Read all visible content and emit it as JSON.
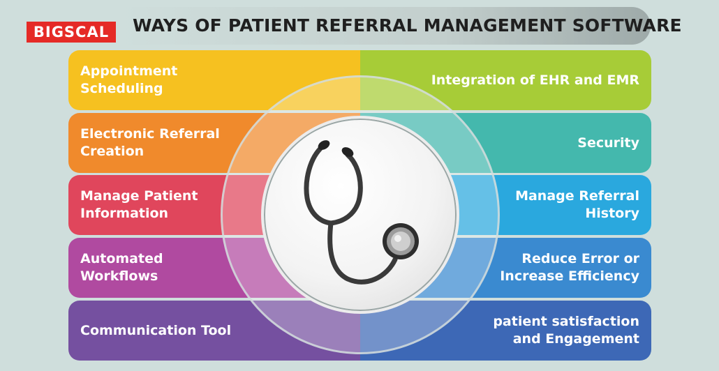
{
  "brand": {
    "logo_text": "BIGSCAL"
  },
  "header": {
    "title": "WAYS OF PATIENT REFERRAL MANAGEMENT SOFTWARE"
  },
  "left_items": [
    {
      "label": "Appointment Scheduling",
      "color": "#f6c120"
    },
    {
      "label": "Electronic Referral\nCreation",
      "color": "#f08a2c"
    },
    {
      "label": "Manage Patient\nInformation",
      "color": "#e0465c"
    },
    {
      "label": "Automated\nWorkflows",
      "color": "#b04aa0"
    },
    {
      "label": "Communication Tool",
      "color": "#7550a0"
    }
  ],
  "right_items": [
    {
      "label": "Integration of EHR and EMR",
      "color": "#a7cc37"
    },
    {
      "label": "Security",
      "color": "#44b8ad"
    },
    {
      "label": "Manage Referral\nHistory",
      "color": "#2aa8de"
    },
    {
      "label": "Reduce Error or\nIncrease Efficiency",
      "color": "#3a8ad0"
    },
    {
      "label": "patient satisfaction\nand Engagement",
      "color": "#3d68b6"
    }
  ],
  "center": {
    "icon": "stethoscope-icon"
  }
}
